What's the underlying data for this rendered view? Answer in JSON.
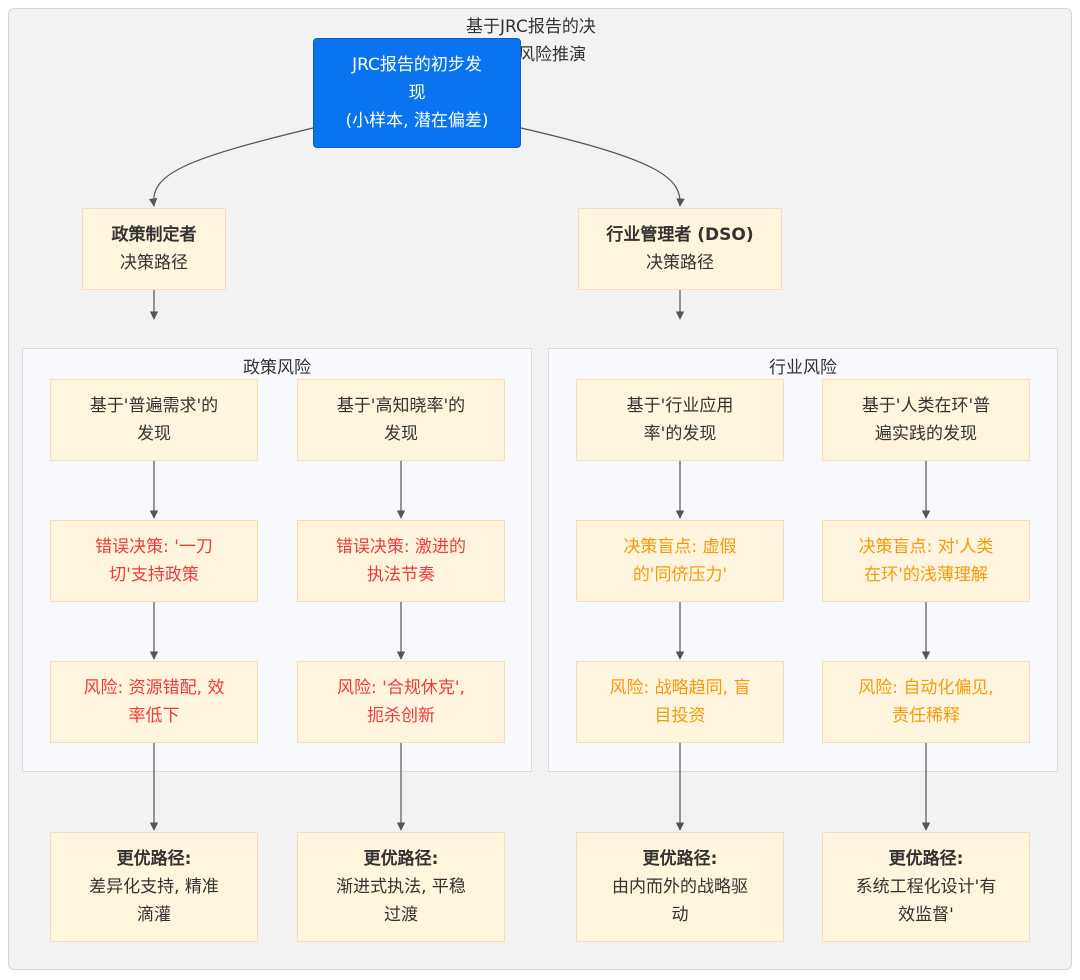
{
  "title": {
    "line1": "基于JRC报告的决",
    "line2": "风险推演"
  },
  "colors": {
    "root_fill": "#0a74f0",
    "node_fill": "#fff4dd",
    "error_text": "#ee3b3b",
    "blind_spot_text": "#f59a0c",
    "edge": "#555555"
  },
  "root": {
    "line1": "JRC报告的初步发",
    "line2": "现",
    "line3": "(小样本, 潜在偏差)"
  },
  "policy_maker": {
    "title": "政策制定者",
    "subtitle": "决策路径"
  },
  "industry_manager": {
    "title": "行业管理者 (DSO)",
    "subtitle": "决策路径"
  },
  "policy_cluster": {
    "label": "政策风险",
    "finding1": {
      "line1": "基于'普遍需求'的",
      "line2": "发现"
    },
    "finding2": {
      "line1": "基于'高知晓率'的",
      "line2": "发现"
    },
    "error1": {
      "line1": "错误决策: '一刀",
      "line2": "切'支持政策"
    },
    "error2": {
      "line1": "错误决策: 激进的",
      "line2": "执法节奏"
    },
    "risk1": {
      "line1": "风险: 资源错配, 效",
      "line2": "率低下"
    },
    "risk2": {
      "line1": "风险: '合规休克',",
      "line2": "扼杀创新"
    }
  },
  "industry_cluster": {
    "label": "行业风险",
    "finding1": {
      "line1": "基于'行业应用",
      "line2": "率'的发现"
    },
    "finding2": {
      "line1": "基于'人类在环'普",
      "line2": "遍实践的发现"
    },
    "blind1": {
      "line1": "决策盲点: 虚假",
      "line2": "的'同侪压力'"
    },
    "blind2": {
      "line1": "决策盲点: 对'人类",
      "line2": "在环'的浅薄理解"
    },
    "risk1": {
      "line1": "风险: 战略趋同, 盲",
      "line2": "目投资"
    },
    "risk2": {
      "line1": "风险: 自动化偏见,",
      "line2": "责任稀释"
    }
  },
  "better_paths": [
    {
      "heading": "更优路径:",
      "line1": "差异化支持, 精准",
      "line2": "滴灌"
    },
    {
      "heading": "更优路径:",
      "line1": "渐进式执法, 平稳",
      "line2": "过渡"
    },
    {
      "heading": "更优路径:",
      "line1": "由内而外的战略驱",
      "line2": "动"
    },
    {
      "heading": "更优路径:",
      "line1": "系统工程化设计'有",
      "line2": "效监督'"
    }
  ]
}
